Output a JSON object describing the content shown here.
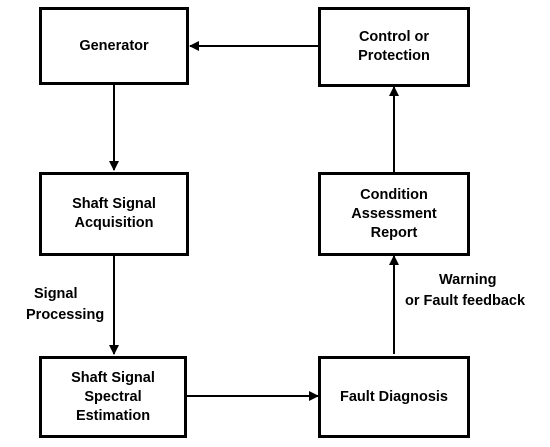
{
  "diagram": {
    "nodes": [
      {
        "id": "generator",
        "lines": [
          "Generator"
        ]
      },
      {
        "id": "control",
        "lines": [
          "Control or",
          "Protection"
        ]
      },
      {
        "id": "acquisition",
        "lines": [
          "Shaft Signal",
          "Acquisition"
        ]
      },
      {
        "id": "condition",
        "lines": [
          "Condition",
          "Assessment",
          "Report"
        ]
      },
      {
        "id": "spectral",
        "lines": [
          "Shaft Signal",
          "Spectral",
          "Estimation"
        ]
      },
      {
        "id": "fault",
        "lines": [
          "Fault Diagnosis"
        ]
      }
    ],
    "edges": [
      {
        "from": "control",
        "to": "generator",
        "lines": []
      },
      {
        "from": "generator",
        "to": "acquisition",
        "lines": []
      },
      {
        "from": "acquisition",
        "to": "spectral",
        "lines": [
          "Signal",
          "Processing"
        ]
      },
      {
        "from": "spectral",
        "to": "fault",
        "lines": []
      },
      {
        "from": "fault",
        "to": "condition",
        "lines": [
          "Warning",
          "or Fault feedback"
        ]
      },
      {
        "from": "condition",
        "to": "control",
        "lines": []
      }
    ]
  }
}
